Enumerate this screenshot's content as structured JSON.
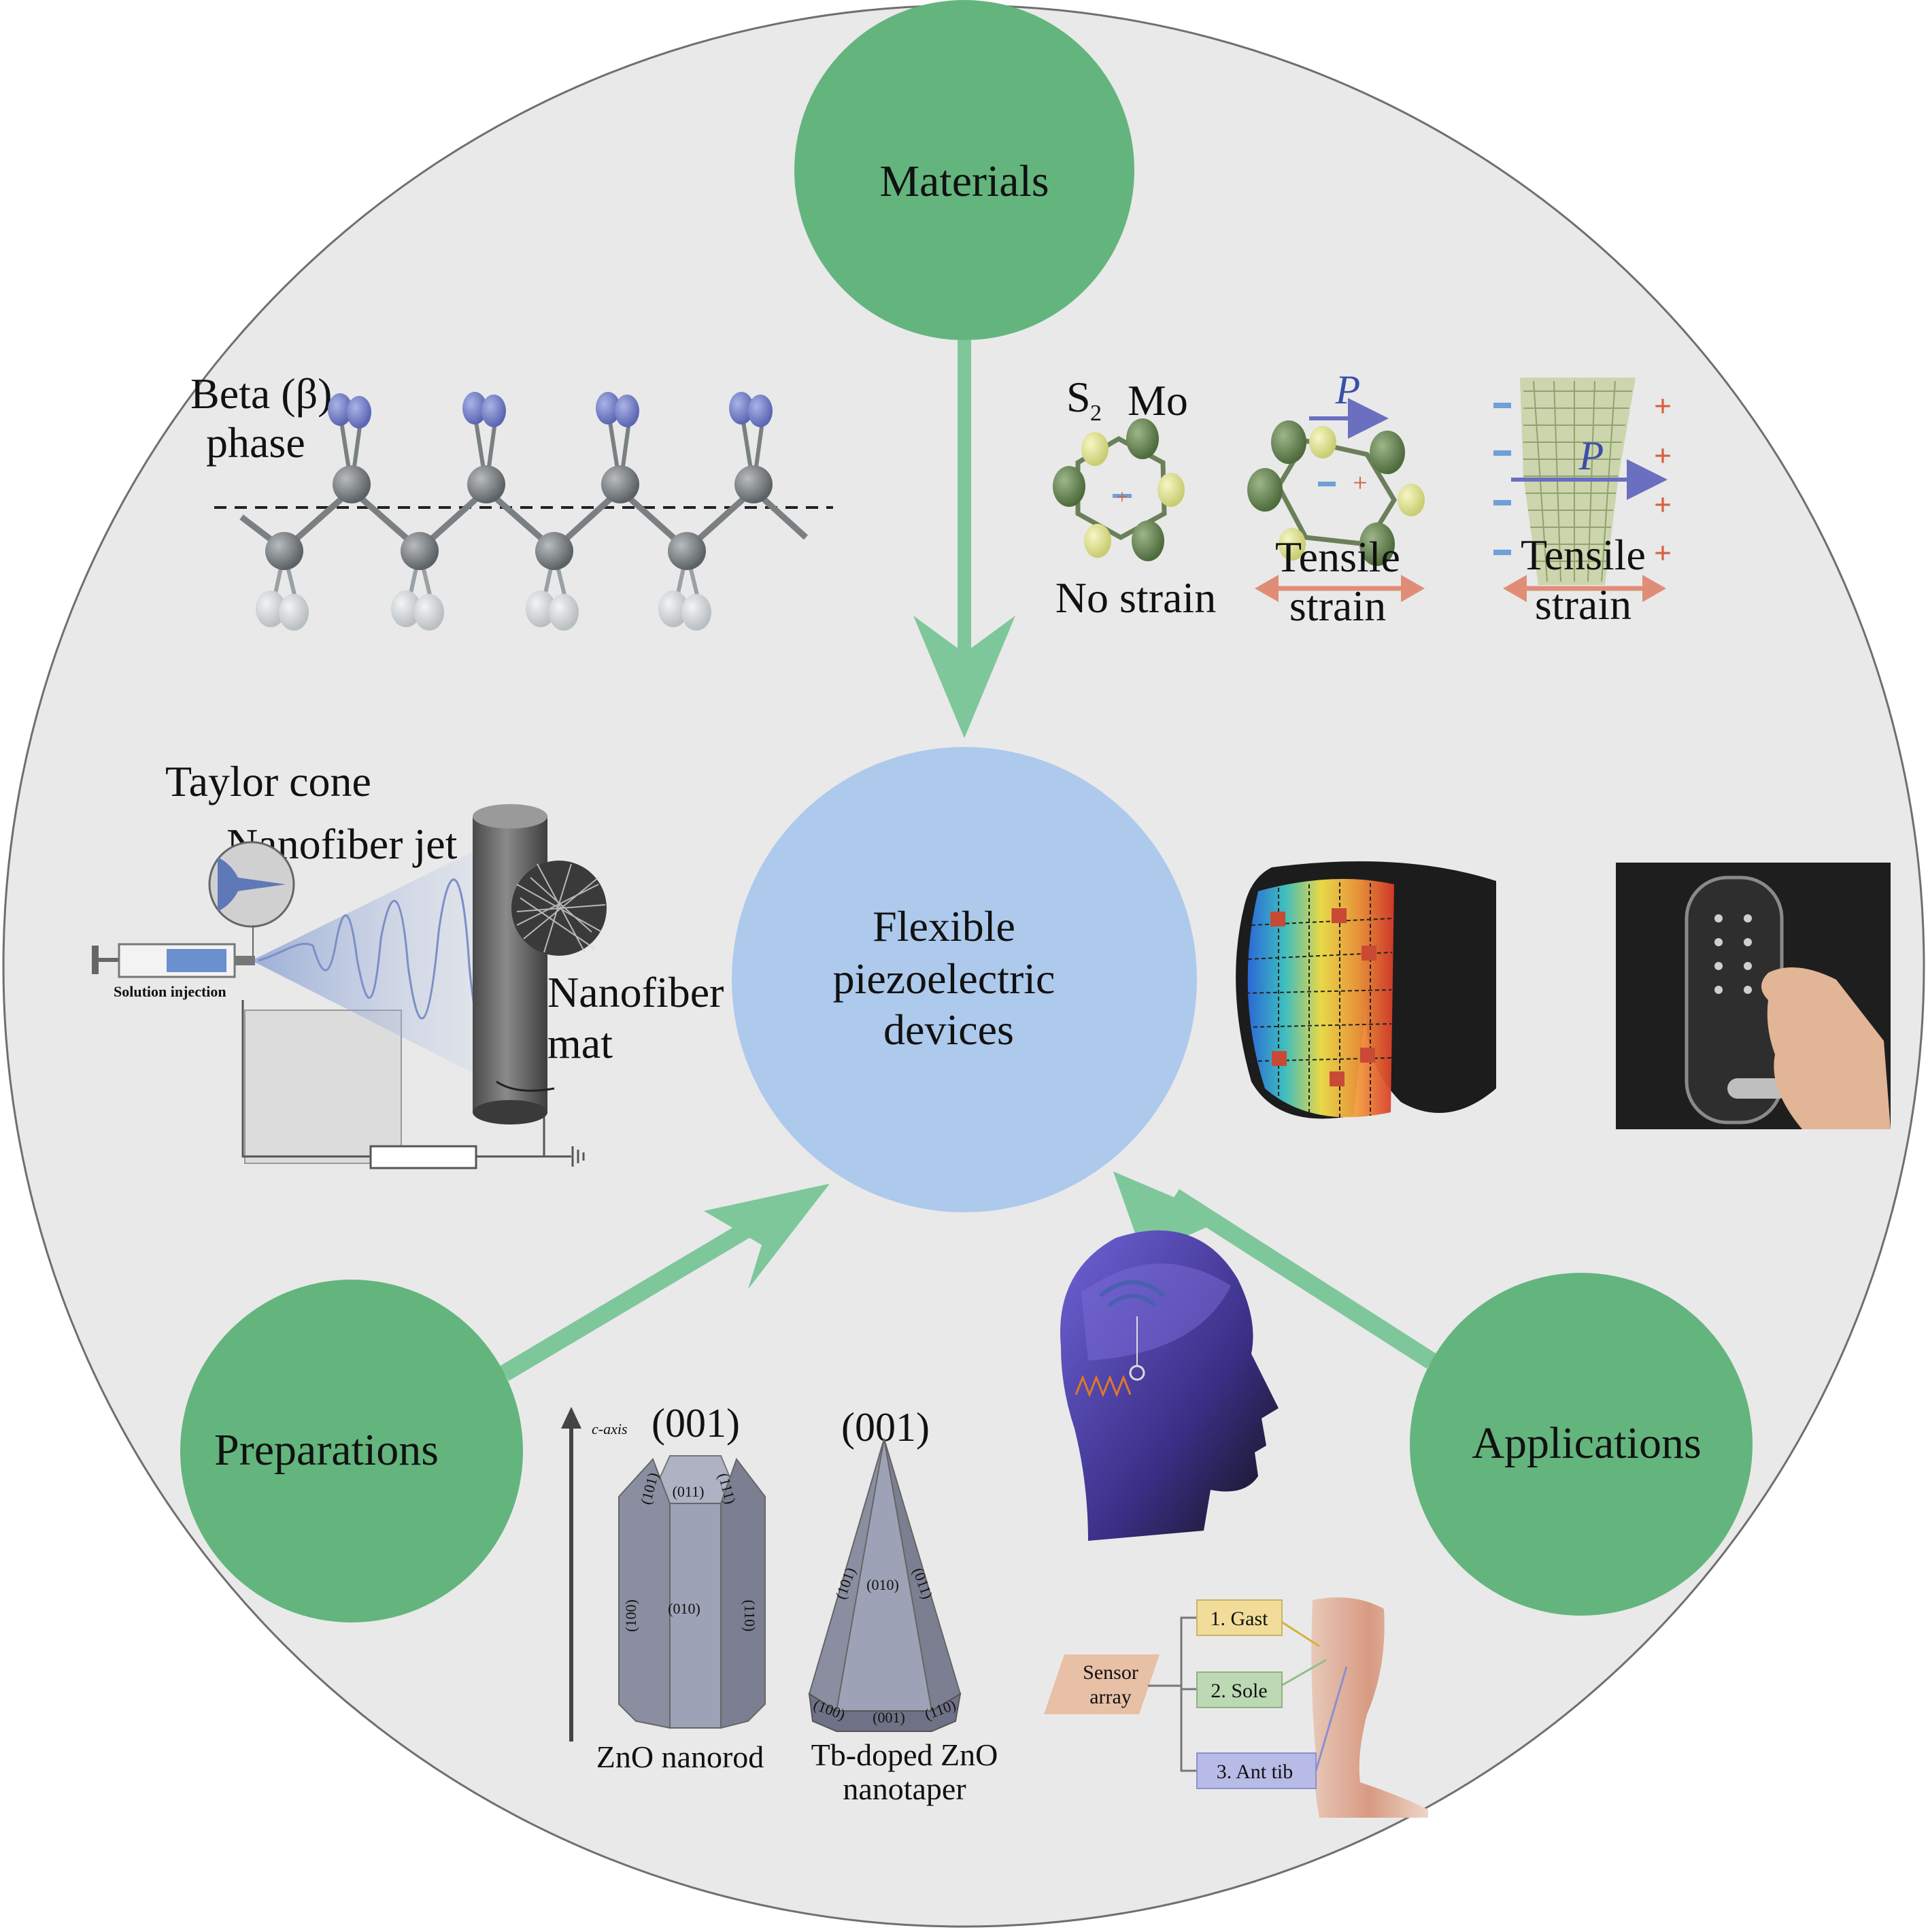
{
  "nodes": {
    "center": {
      "line1": "Flexible",
      "line2": "piezoelectric",
      "line3": "devices"
    },
    "materials": "Materials",
    "preparations": "Preparations",
    "applications": "Applications"
  },
  "materials_panel": {
    "beta_line1": "Beta (β)",
    "beta_line2": "phase",
    "mos2_s2": "S",
    "mos2_s2_sub": "2",
    "mos2_mo": "Mo",
    "no_strain": "No strain",
    "tensile1_line1": "Tensile",
    "tensile1_line2": "strain",
    "tensile2_line1": "Tensile",
    "tensile2_line2": "strain",
    "p_label": "P",
    "plus": "+",
    "minus": "−"
  },
  "electrospinning": {
    "taylor_cone": "Taylor cone",
    "nanofiber_jet": "Nanofiber jet",
    "solution_injection": "Solution injection",
    "nanofiber_mat_line1": "Nanofiber",
    "nanofiber_mat_line2": "mat"
  },
  "crystals": {
    "c_axis": "c-axis",
    "nanorod_top": "(001)",
    "nanotaper_top": "(001)",
    "nanorod_label": "ZnO nanorod",
    "nanotaper_line1": "Tb-doped ZnO",
    "nanotaper_line2": "nanotaper",
    "rod_faces": [
      "(101)",
      "(011)",
      "(111)",
      "(100)",
      "(010)",
      "(110)"
    ],
    "taper_faces": [
      "(101)",
      "(010)",
      "(011)",
      "(100)",
      "(001)",
      "(110)"
    ]
  },
  "sensor_array": {
    "box_line1": "Sensor",
    "box_line2": "array",
    "items": [
      "1. Gast",
      "2. Sole",
      "3. Ant tib"
    ]
  },
  "colors": {
    "background_disc": "#e9e9e9",
    "node_green": "#63b57d",
    "arrow_green": "#7ec79a",
    "center_blue": "#adc9ec"
  }
}
